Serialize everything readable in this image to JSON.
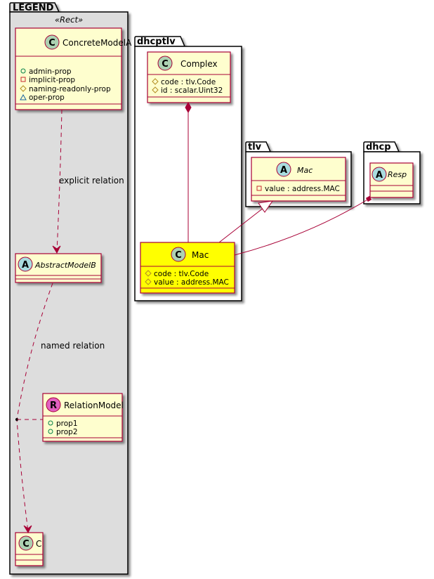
{
  "packages": {
    "legend": {
      "name": "LEGEND",
      "stereotype": "«Rect»"
    },
    "dhcptlv": {
      "name": "dhcptlv"
    },
    "tlv": {
      "name": "tlv"
    },
    "dhcp": {
      "name": "dhcp"
    }
  },
  "classes": {
    "concrete_model_a": {
      "kind": "C",
      "name": "ConcreteModelA",
      "attrs": [
        {
          "visibility": "public",
          "text": "admin-prop"
        },
        {
          "visibility": "private",
          "text": "implicit-prop"
        },
        {
          "visibility": "protected",
          "text": "naming-readonly-prop"
        },
        {
          "visibility": "package",
          "text": "oper-prop"
        }
      ]
    },
    "abstract_model_b": {
      "kind": "A",
      "name": "AbstractModelB"
    },
    "relation_model": {
      "kind": "R",
      "name": "RelationModel",
      "attrs": [
        {
          "visibility": "public",
          "text": "prop1"
        },
        {
          "visibility": "public",
          "text": "prop2"
        }
      ]
    },
    "c": {
      "kind": "C",
      "name": "C"
    },
    "complex": {
      "kind": "C",
      "name": "Complex",
      "attrs": [
        {
          "visibility": "protected",
          "text": "code : tlv.Code"
        },
        {
          "visibility": "protected",
          "text": "id : scalar.Uint32"
        }
      ]
    },
    "dhcptlv_mac": {
      "kind": "C",
      "name": "Mac",
      "highlight": "#ffff00",
      "attrs": [
        {
          "visibility": "protected",
          "text": "code : tlv.Code"
        },
        {
          "visibility": "protected",
          "text": "value : address.MAC"
        }
      ]
    },
    "tlv_mac": {
      "kind": "A",
      "name": "Mac",
      "attrs": [
        {
          "visibility": "private",
          "text": "value : address.MAC"
        }
      ]
    },
    "dhcp_resp": {
      "kind": "A",
      "name": "Resp"
    }
  },
  "relations": {
    "explicit": "explicit relation",
    "named": "named relation"
  },
  "colors": {
    "class_fill": "#fefece",
    "class_border": "#a80036",
    "legend_fill": "#dddddd",
    "circle_c": "#add1b2",
    "circle_a": "#a9dcdf",
    "circle_r": "#e060c0",
    "highlight": "#ffff00"
  }
}
